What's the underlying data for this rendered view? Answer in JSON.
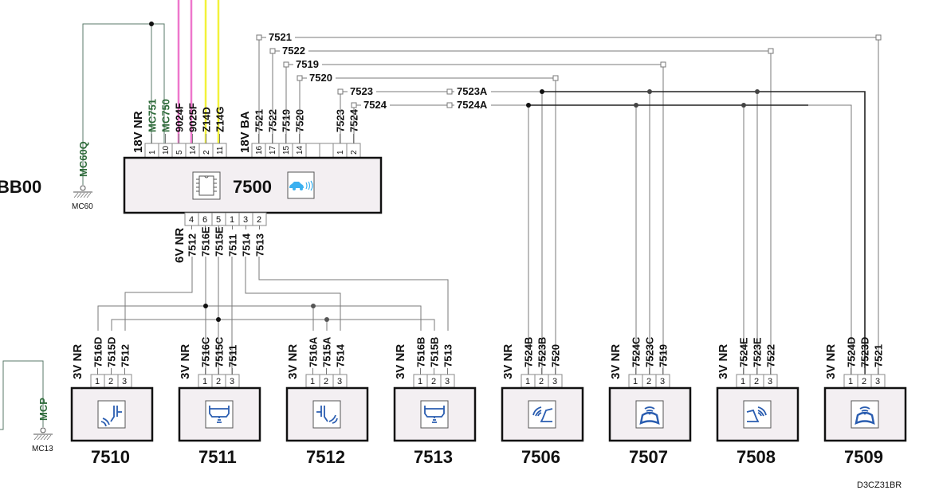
{
  "diagram": {
    "reference": "D3CZ31BR",
    "left_partial_label": "BB00",
    "colors": {
      "wire_grey": "#7a7a7a",
      "wire_pink": "#ee77cc",
      "wire_yellow": "#f2f23a",
      "ground_green": "#2e6b3a",
      "module_fill": "#f3eff2",
      "icon_blue": "#2a5db0",
      "icon_cyan": "#3ab0f0"
    },
    "grounds": [
      {
        "label": "MC60Q",
        "name": "MC60"
      },
      {
        "label": "MCP",
        "name": "MC13"
      }
    ],
    "central_module": {
      "id": "7500",
      "icon_left": "chip-icon",
      "icon_right": "car-sensor-icon",
      "top_connector_1": {
        "label": "18V NR",
        "pins": [
          "1",
          "10",
          "5",
          "14",
          "2",
          "11"
        ],
        "wires": [
          "MC751",
          "MC750",
          "9024F",
          "9025F",
          "Z14D",
          "Z14G"
        ]
      },
      "top_connector_2": {
        "label": "18V BA",
        "pins": [
          "16",
          "17",
          "15",
          "14",
          "",
          "",
          "1",
          "2"
        ],
        "wires": [
          "7521",
          "7522",
          "7519",
          "7520",
          "",
          "",
          "7523",
          "7524"
        ]
      },
      "bottom_connector": {
        "label": "6V NR",
        "pins": [
          "4",
          "6",
          "5",
          "1",
          "3",
          "2"
        ],
        "wires": [
          "7512",
          "7516E",
          "7515E",
          "7511",
          "7514",
          "7513"
        ]
      }
    },
    "bus_labels": [
      "7521",
      "7522",
      "7519",
      "7520",
      "7523",
      "7524",
      "7523A",
      "7524A"
    ],
    "sensors": [
      {
        "id": "7510",
        "connector": "3V NR",
        "pins": [
          "1",
          "2",
          "3"
        ],
        "wires": [
          "7516D",
          "7515D",
          "7512"
        ],
        "icon": "rear-left-sensor-icon"
      },
      {
        "id": "7511",
        "connector": "3V NR",
        "pins": [
          "1",
          "2",
          "3"
        ],
        "wires": [
          "7516C",
          "7515C",
          "7511"
        ],
        "icon": "rear-center-sensor-icon"
      },
      {
        "id": "7512",
        "connector": "3V NR",
        "pins": [
          "1",
          "2",
          "3"
        ],
        "wires": [
          "7516A",
          "7515A",
          "7514"
        ],
        "icon": "rear-right-sensor-icon"
      },
      {
        "id": "7513",
        "connector": "3V NR",
        "pins": [
          "1",
          "2",
          "3"
        ],
        "wires": [
          "7516B",
          "7515B",
          "7513"
        ],
        "icon": "rear-center-sensor-icon"
      },
      {
        "id": "7506",
        "connector": "3V NR",
        "pins": [
          "1",
          "2",
          "3"
        ],
        "wires": [
          "7524B",
          "7523B",
          "7520"
        ],
        "icon": "front-left-sensor-icon"
      },
      {
        "id": "7507",
        "connector": "3V NR",
        "pins": [
          "1",
          "2",
          "3"
        ],
        "wires": [
          "7524C",
          "7523C",
          "7519"
        ],
        "icon": "front-center-sensor-icon"
      },
      {
        "id": "7508",
        "connector": "3V NR",
        "pins": [
          "1",
          "2",
          "3"
        ],
        "wires": [
          "7524E",
          "7523E",
          "7522"
        ],
        "icon": "front-right-sensor-icon"
      },
      {
        "id": "7509",
        "connector": "3V NR",
        "pins": [
          "1",
          "2",
          "3"
        ],
        "wires": [
          "7524D",
          "7523D",
          "7521"
        ],
        "icon": "front-center-sensor-icon"
      }
    ]
  }
}
